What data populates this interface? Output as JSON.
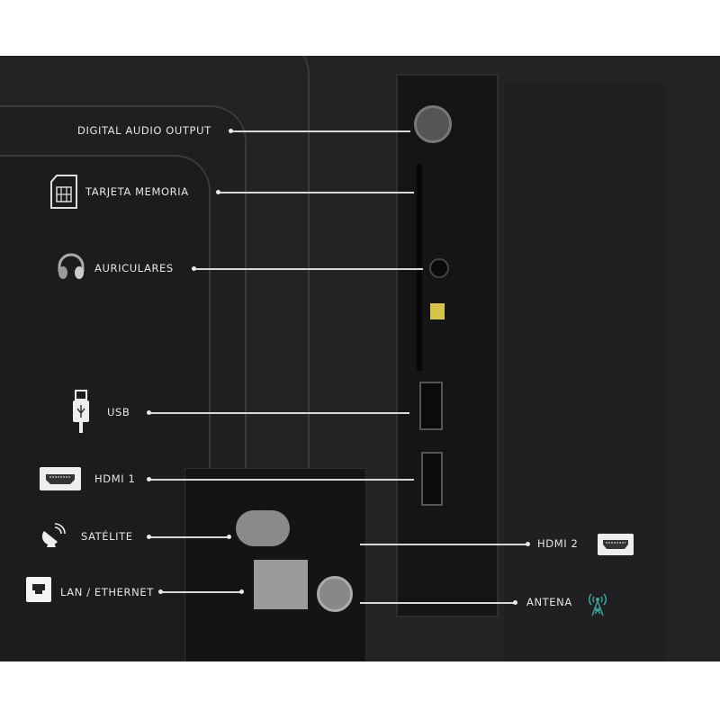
{
  "labels": {
    "digital_audio": "DIGITAL AUDIO OUTPUT",
    "memory_card": "TARJETA MEMORIA",
    "headphones": "AURICULARES",
    "usb": "USB",
    "hdmi1": "HDMI 1",
    "satellite": "SATÉLITE",
    "lan": "LAN / ETHERNET",
    "hdmi2": "HDMI 2",
    "antenna": "ANTENA"
  },
  "colors": {
    "background": "#232325",
    "label": "#e6e6e6",
    "antenna_icon": "#3aa39a"
  }
}
